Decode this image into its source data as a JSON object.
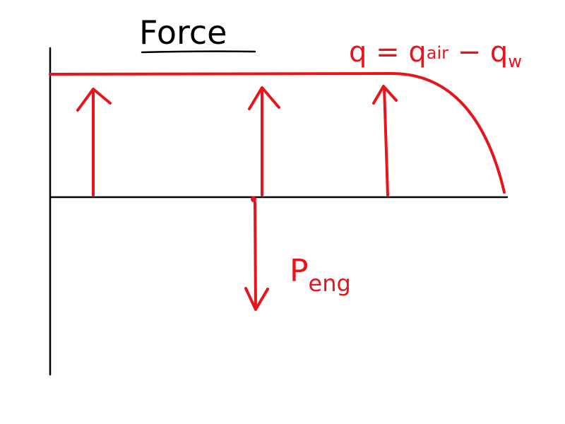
{
  "diagram": {
    "title": "Force",
    "distributed_load_label": {
      "base": "q = q",
      "air_sub": "air",
      "minus": " − q",
      "w_sub": "w"
    },
    "point_load_label": {
      "base": "P",
      "sub": "eng"
    }
  },
  "colors": {
    "ink": "#000000",
    "load": "#e8141c",
    "background": "#ffffff"
  }
}
